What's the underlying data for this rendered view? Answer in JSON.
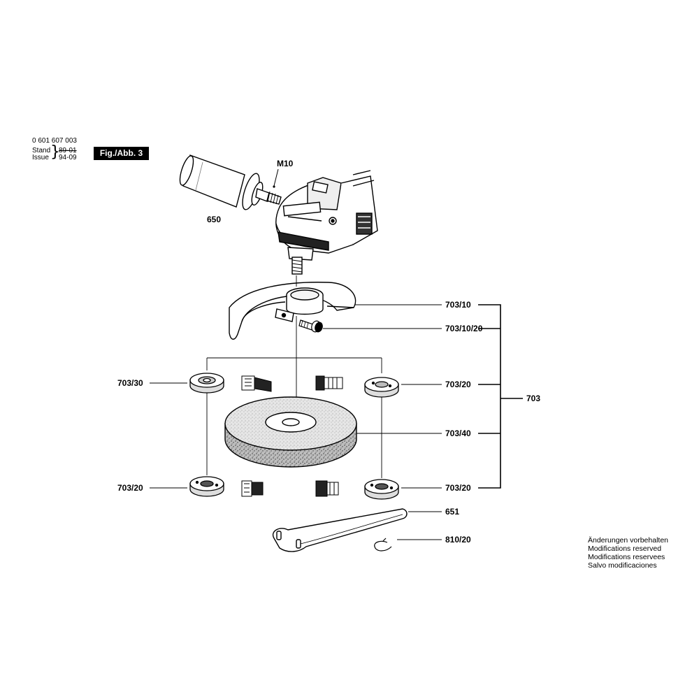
{
  "header": {
    "doc_number": "0 601 607 003",
    "stand_label": "Stand",
    "issue_label": "Issue",
    "stand_date": "89-01",
    "issue_date": "94-09",
    "figure_label": "Fig./Abb. 3"
  },
  "callouts": {
    "thread": "M10",
    "handle": "650",
    "guard": "703/10",
    "guard_screw": "703/10/20",
    "flange_upper_left": "703/30",
    "flange_upper_right": "703/20",
    "kit": "703",
    "wheel": "703/40",
    "flange_lower_left": "703/20",
    "flange_lower_right": "703/20",
    "spanner": "651",
    "circlip": "810/20"
  },
  "notes": [
    "Änderungen vorbehalten",
    "Modifications reserved",
    "Modifications reservees",
    "Salvo modificaciones"
  ]
}
